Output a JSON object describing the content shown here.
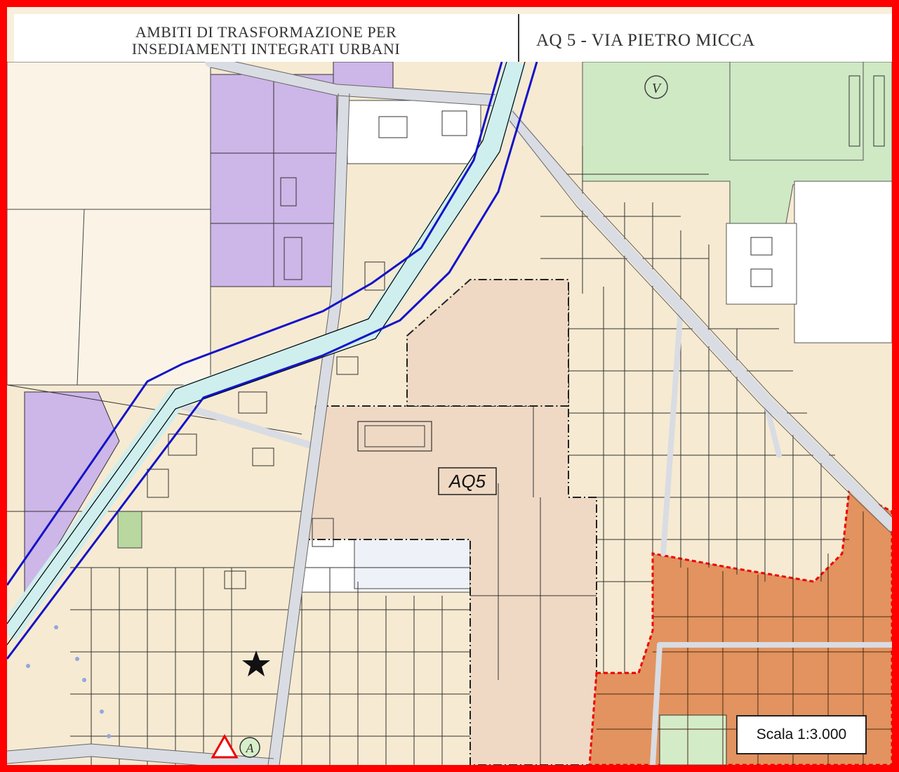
{
  "header": {
    "left_line1": "AMBITI DI TRASFORMAZIONE PER",
    "left_line2": "INSEDIAMENTI INTEGRATI URBANI",
    "right_title": "AQ 5 -  VIA PIETRO MICCA"
  },
  "map": {
    "area_label": "AQ5",
    "zone_marker": "V",
    "marker_a": "A",
    "scale_label": "Scala 1:3.000"
  },
  "colors": {
    "frame": "#ff0000",
    "residential": "#f6ead2",
    "purple_zone": "#cdb6e8",
    "green_zone": "#cfe9c4",
    "transform_area": "#efd9c4",
    "historic_center": "#e2935f",
    "canal": "#cfeeee",
    "buffer_line": "#1313c9",
    "road": "#d9dce2"
  }
}
